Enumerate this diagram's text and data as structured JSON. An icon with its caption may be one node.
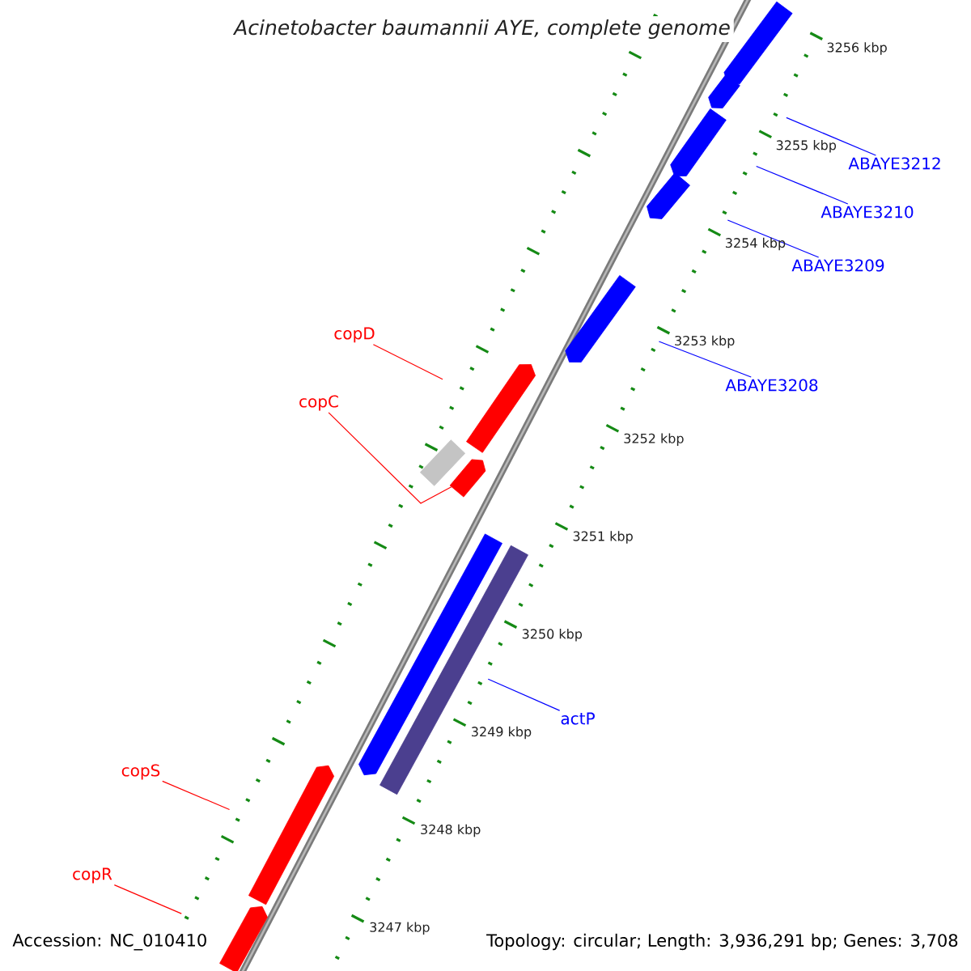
{
  "diagram": {
    "title": "Acinetobacter baumannii AYE, complete genome",
    "nodes": [
      {
        "text": [
          "copD"
        ]
      },
      {
        "text": [
          "copC"
        ]
      },
      {
        "text": [
          "copS"
        ]
      },
      {
        "text": [
          "copR"
        ]
      },
      {
        "text": [
          "ABAYE3212"
        ]
      },
      {
        "text": [
          "ABAYE3210"
        ]
      },
      {
        "text": [
          "ABAYE3209"
        ]
      },
      {
        "text": [
          "ABAYE3208"
        ]
      },
      {
        "text": [
          "actP"
        ]
      },
      {
        "text": [],
        "shape": "block"
      },
      {
        "text": [],
        "shape": "block"
      },
      {
        "text": [],
        "shape": "block"
      },
      {
        "text": [],
        "shape": "block"
      },
      {
        "text": [],
        "shape": "block"
      },
      {
        "text": [],
        "shape": "block"
      },
      {
        "text": [],
        "shape": "bar"
      },
      {
        "text": [],
        "shape": "block"
      },
      {
        "text": [],
        "shape": "block"
      },
      {
        "text": [],
        "shape": "bar"
      },
      {
        "text": [],
        "shape": "block"
      },
      {
        "text": [],
        "shape": "block"
      }
    ],
    "edges": [
      {
        "from": 0,
        "to": 14,
        "arrow": "none",
        "color": "#ff0000"
      },
      {
        "from": 1,
        "to": 16,
        "arrow": "none",
        "color": "#ff0000"
      },
      {
        "from": 2,
        "to": 19,
        "arrow": "none",
        "color": "#ff0000"
      },
      {
        "from": 3,
        "to": 20,
        "arrow": "none",
        "color": "#ff0000"
      },
      {
        "from": 4,
        "to": 10,
        "arrow": "none"
      },
      {
        "from": 5,
        "to": 11,
        "arrow": "none"
      },
      {
        "from": 6,
        "to": 12,
        "arrow": "none"
      },
      {
        "from": 7,
        "to": 13,
        "arrow": "none"
      },
      {
        "from": 8,
        "to": 17,
        "arrow": "none"
      }
    ],
    "labels": [
      "3256 kbp",
      "3255 kbp",
      "3254 kbp",
      "3253 kbp",
      "3252 kbp",
      "3251 kbp",
      "3250 kbp",
      "3249 kbp",
      "3248 kbp",
      "3247 kbp",
      "Accession: NC_010410",
      "Topology: circular; Length: 3,936,291 bp; Genes: 3,708"
    ]
  }
}
